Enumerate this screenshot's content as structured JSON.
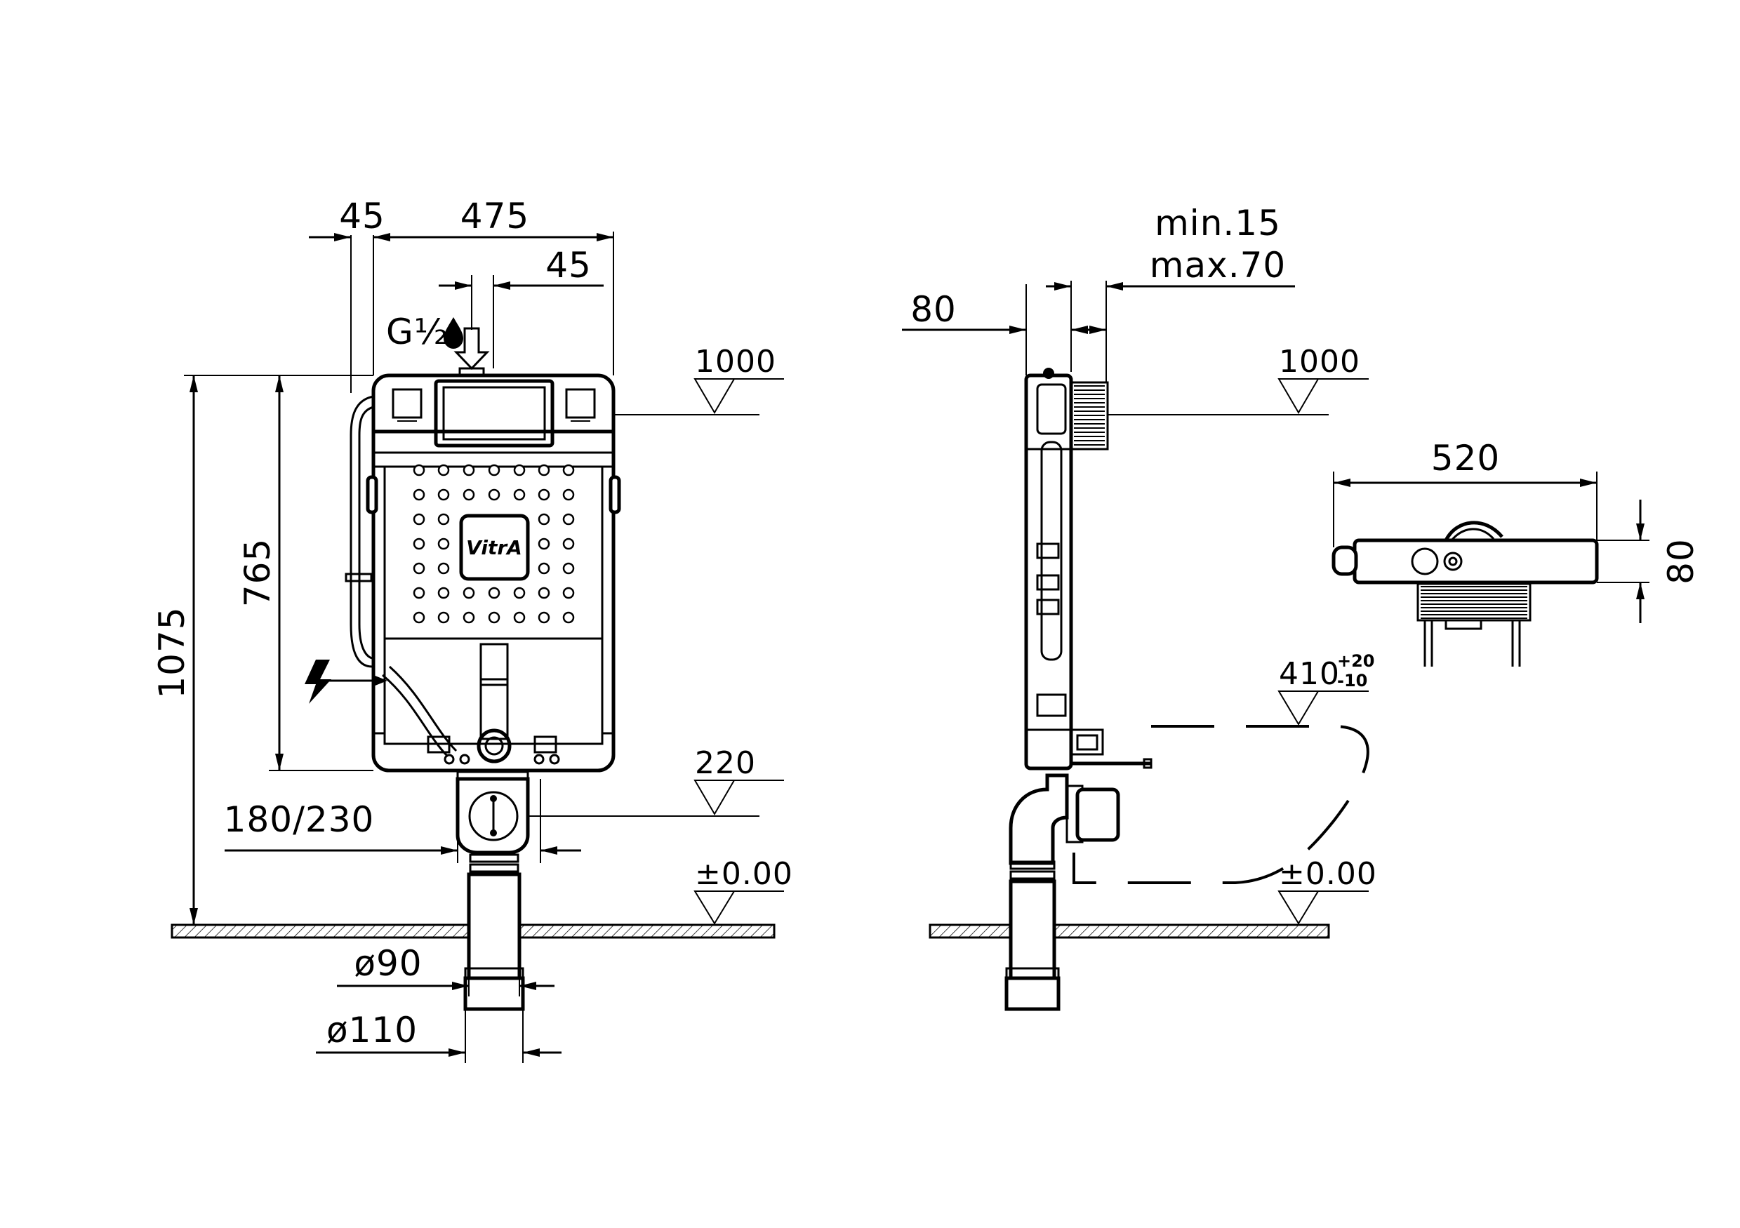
{
  "brand": {
    "logo_text": "VitrA"
  },
  "front_view": {
    "dim_width": "475",
    "dim_left_offset": "45",
    "dim_right_offset": "45",
    "water_inlet": "G½",
    "dim_total_height": "1075",
    "dim_frame_height": "765",
    "dim_outlet_spacing": "180/230",
    "dim_pipe_90": "ø90",
    "dim_pipe_110": "ø110",
    "level_top": "1000",
    "level_outlet": "220",
    "level_floor": "±0.00"
  },
  "side_view": {
    "dim_depth": "80",
    "dim_min": "min.15",
    "dim_max": "max.70",
    "level_top": "1000",
    "level_bowl": "410",
    "level_bowl_tol_plus": "+20",
    "level_bowl_tol_minus": "-10",
    "level_floor": "±0.00"
  },
  "top_view": {
    "dim_width": "520",
    "dim_depth": "80"
  }
}
